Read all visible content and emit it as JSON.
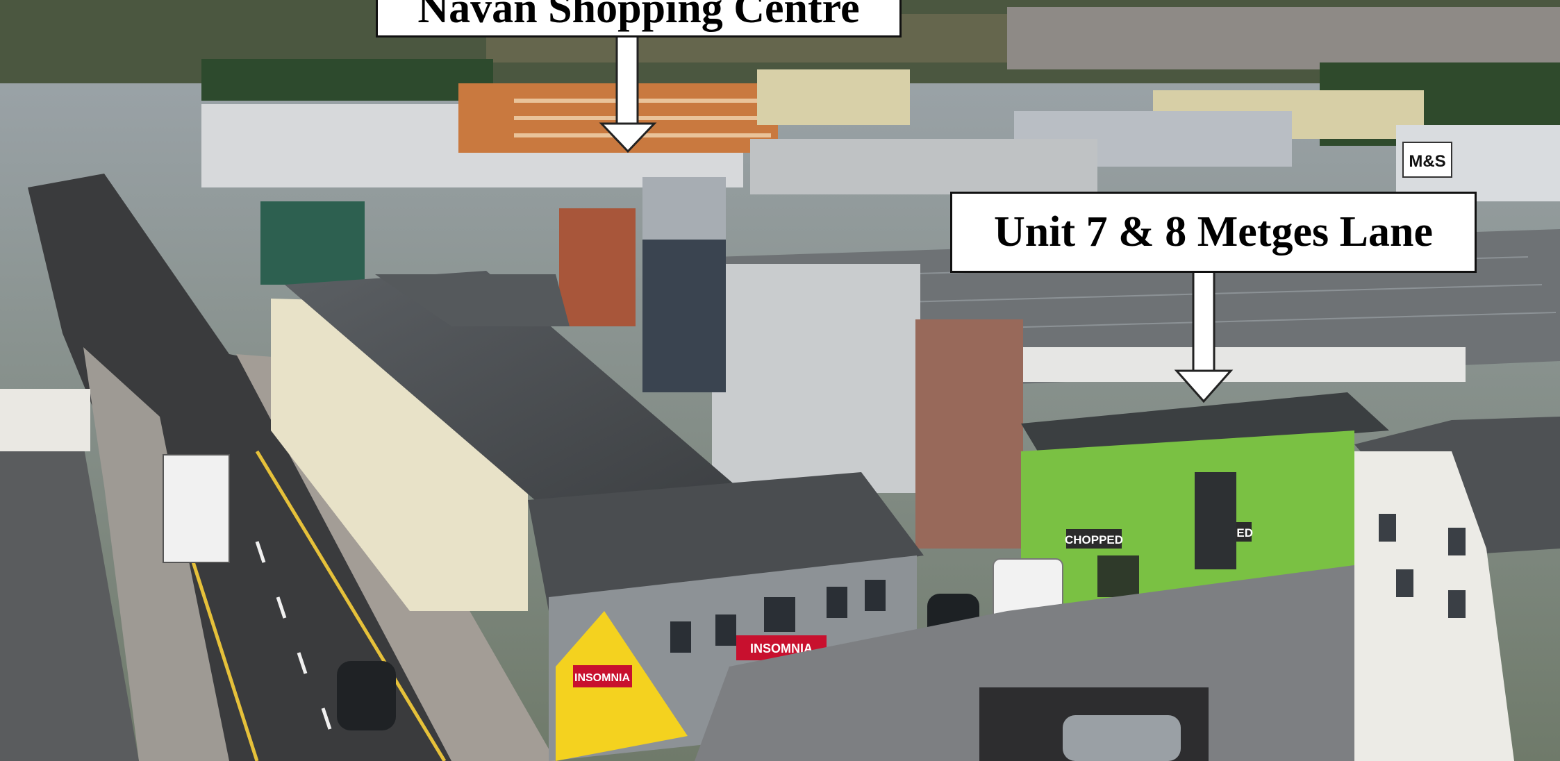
{
  "labels": {
    "shopping_centre": "Navan Shopping Centre",
    "unit": "Unit 7 & 8 Metges Lane"
  },
  "signs": {
    "ms": "M&S",
    "insomnia_upper": "INSOMNIA",
    "insomnia_lower": "INSOMNIA",
    "chopped_left": "CHOPPED",
    "chopped_right": "CHOPPED"
  },
  "colors": {
    "callout_background": "#ffffff",
    "callout_text": "#000000",
    "storefront_green": "#7ac143",
    "insomnia_red": "#c8102e",
    "insomnia_yellow": "#f4d21f"
  }
}
